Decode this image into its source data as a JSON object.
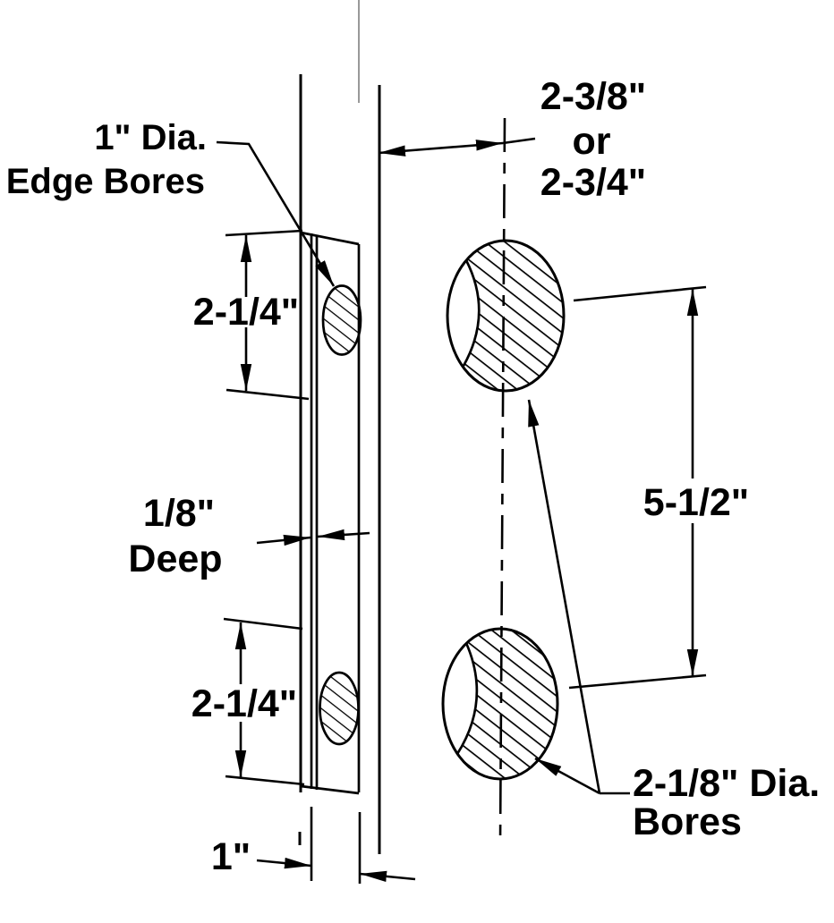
{
  "diagram": {
    "kind": "door-lock-bore-preparation-drawing",
    "colors": {
      "ink": "#000000",
      "ghost_line": "#999999",
      "background": "#ffffff"
    },
    "labels": {
      "edge_bores_line1": "1\" Dia.",
      "edge_bores_line2": "Edge Bores",
      "upper_edge_spacing": "2-1/4\"",
      "depth_line1": "1/8\"",
      "depth_line2": "Deep",
      "lower_edge_spacing": "2-1/4\"",
      "faceplate_width": "1\"",
      "backset_line1": "2-3/8\"",
      "backset_line2": "or",
      "backset_line3": "2-3/4\"",
      "bore_centers_spacing": "5-1/2\"",
      "face_bores_line1": "2-1/8\" Dia.",
      "face_bores_line2": "Bores"
    },
    "values": {
      "edge_bore_diameter": "1\"",
      "edge_bore_offset": "2-1/4\"",
      "faceplate_mortise_depth": "1/8\"",
      "faceplate_width": "1\"",
      "backset_options": [
        "2-3/8\"",
        "2-3/4\""
      ],
      "face_bore_diameter": "2-1/8\"",
      "face_bore_center_spacing": "5-1/2\""
    }
  }
}
